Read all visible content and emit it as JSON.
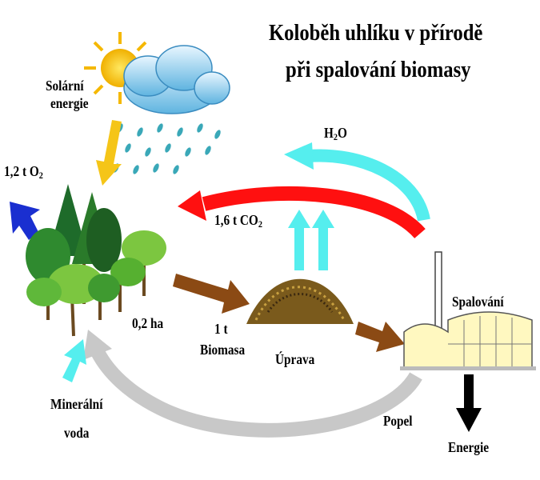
{
  "title": {
    "line1": "Koloběh uhlíku v přírodě",
    "line2": "při spalování biomasy"
  },
  "labels": {
    "solar_line1": "Solární",
    "solar_line2": "energie",
    "water_main": "H",
    "water_sub": "2",
    "water_tail": "O",
    "oxygen_main": "1,2 t O",
    "oxygen_sub": "2",
    "co2_main": "1,6 t CO",
    "co2_sub": "2",
    "area": "0,2 ha",
    "biomass_line1": "1 t",
    "biomass_line2": "Biomasa",
    "processing": "Úprava",
    "combustion": "Spalování",
    "minerals_line1": "Minerální",
    "minerals_line2": "voda",
    "ash": "Popel",
    "energy": "Energie"
  },
  "colors": {
    "co2": "#ff1010",
    "water": "#55eeee",
    "oxygen": "#1a2fd0",
    "solar": "#f5c518",
    "biomass_flow": "#8b4a14",
    "ash": "#c8c8c8",
    "energy": "#000000"
  }
}
